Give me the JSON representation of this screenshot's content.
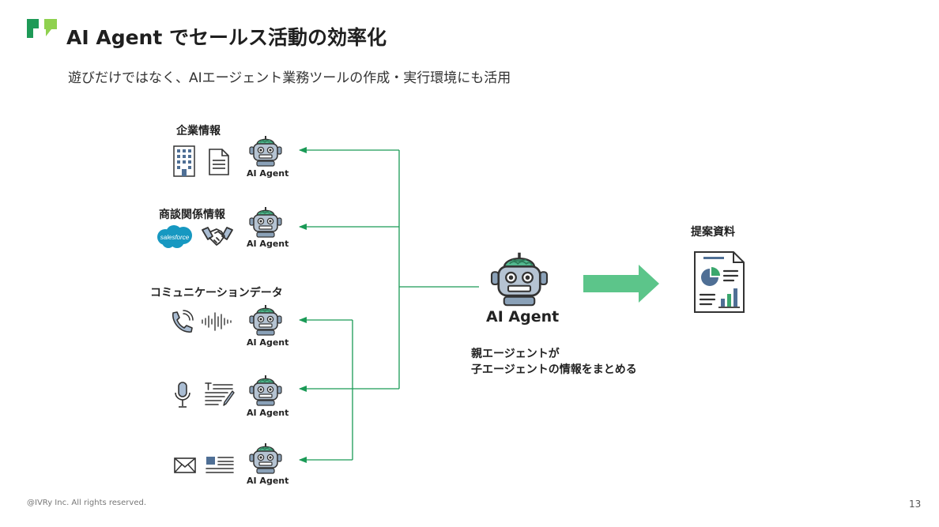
{
  "slide": {
    "title": "AI Agent でセールス活動の効率化",
    "subtitle": "遊びだけではなく、AIエージェント業務ツールの作成・実行環境にも活用",
    "footer": "@IVRy Inc. All rights reserved.",
    "page_number": "13",
    "brand_colors": {
      "dark_green": "#1e9a57",
      "light_green": "#8fd14f",
      "arrow_green": "#5cc58a",
      "line_green": "#1a9a56"
    }
  },
  "sources": [
    {
      "label": "企業情報",
      "agent_label": "AI Agent",
      "icons": [
        "building-icon",
        "document-icon"
      ]
    },
    {
      "label": "商談関係情報",
      "agent_label": "AI Agent",
      "icons": [
        "salesforce-logo",
        "handshake-icon"
      ],
      "logo_text": "salesforce"
    },
    {
      "label": "コミュニケーションデータ",
      "agent_label": "AI Agent",
      "icons": [
        "phone-icon",
        "sound-wave-icon"
      ]
    },
    {
      "label": "",
      "agent_label": "AI Agent",
      "icons": [
        "microphone-icon",
        "transcript-icon"
      ]
    },
    {
      "label": "",
      "agent_label": "AI Agent",
      "icons": [
        "mail-icon",
        "news-icon"
      ]
    }
  ],
  "parent_agent": {
    "label": "AI Agent",
    "description_line1": "親エージェントが",
    "description_line2": "子エージェントの情報をまとめる"
  },
  "output": {
    "label": "提案資料",
    "icon": "report-icon"
  }
}
